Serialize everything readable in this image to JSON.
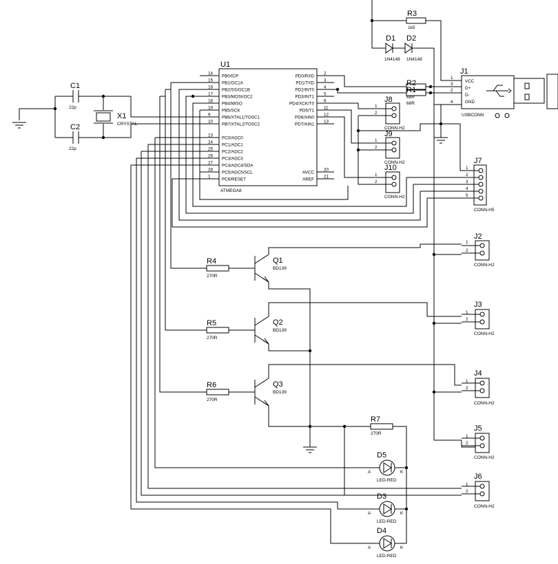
{
  "u1": {
    "ref": "U1",
    "part": "ATMEGA8",
    "left_pins": [
      {
        "num": "14",
        "name": "PB0/ICP"
      },
      {
        "num": "15",
        "name": "PB1/OC1A"
      },
      {
        "num": "16",
        "name": "PB2/SS/OC1B"
      },
      {
        "num": "17",
        "name": "PB3/MOSI/OC2"
      },
      {
        "num": "18",
        "name": "PB4/MISO"
      },
      {
        "num": "19",
        "name": "PB5/SCK"
      },
      {
        "num": "9",
        "name": "PB6/XTAL1/TOSC1"
      },
      {
        "num": "10",
        "name": "PB7/XTAL2/TOSC2"
      },
      {
        "num": "23",
        "name": "PC0/ADC0"
      },
      {
        "num": "24",
        "name": "PC1/ADC1"
      },
      {
        "num": "25",
        "name": "PC2/ADC2"
      },
      {
        "num": "26",
        "name": "PC3/ADC3"
      },
      {
        "num": "27",
        "name": "PC4/ADC4/SDA"
      },
      {
        "num": "28",
        "name": "PC5/ADC5/SCL"
      },
      {
        "num": "1",
        "name": "PC6/RESET"
      }
    ],
    "right_pins": [
      {
        "num": "2",
        "name": "PD0/RXD"
      },
      {
        "num": "3",
        "name": "PD1/TXD"
      },
      {
        "num": "4",
        "name": "PD2/INT0"
      },
      {
        "num": "5",
        "name": "PD3/INT1"
      },
      {
        "num": "6",
        "name": "PD4/XCK/T0"
      },
      {
        "num": "11",
        "name": "PD5/T1"
      },
      {
        "num": "12",
        "name": "PD6/AIN0"
      },
      {
        "num": "13",
        "name": "PD7/AIN1"
      }
    ],
    "power_pins": [
      {
        "num": "20",
        "name": "AVCC"
      },
      {
        "num": "21",
        "name": "AREF"
      }
    ]
  },
  "c1": {
    "ref": "C1",
    "value": "22p"
  },
  "c2": {
    "ref": "C2",
    "value": "22p"
  },
  "x1": {
    "ref": "X1",
    "value": "CRYSTAL"
  },
  "r1": {
    "ref": "R1",
    "value": "68R"
  },
  "r2": {
    "ref": "R2",
    "value": "68R"
  },
  "r3": {
    "ref": "R3",
    "value": "1k5"
  },
  "r4": {
    "ref": "R4",
    "value": "270R"
  },
  "r5": {
    "ref": "R5",
    "value": "270R"
  },
  "r6": {
    "ref": "R6",
    "value": "270R"
  },
  "r7": {
    "ref": "R7",
    "value": "270R"
  },
  "d1": {
    "ref": "D1",
    "value": "1N4148"
  },
  "d2": {
    "ref": "D2",
    "value": "1N4148"
  },
  "d3": {
    "ref": "D3",
    "value": "LED-RED",
    "a": "A",
    "k": "K"
  },
  "d4": {
    "ref": "D4",
    "value": "LED-RED",
    "a": "A",
    "k": "K"
  },
  "d5": {
    "ref": "D5",
    "value": "LED-RED",
    "a": "A",
    "k": "K"
  },
  "q1": {
    "ref": "Q1",
    "value": "BD139"
  },
  "q2": {
    "ref": "Q2",
    "value": "BD139"
  },
  "q3": {
    "ref": "Q3",
    "value": "BD139"
  },
  "j1": {
    "ref": "J1",
    "value": "USBCONN",
    "pins": [
      "VCC",
      "D+",
      "D-",
      "GND"
    ],
    "nums": [
      "1",
      "3",
      "2",
      "4"
    ]
  },
  "j2": {
    "ref": "J2",
    "value": "CONN-H2"
  },
  "j3": {
    "ref": "J3",
    "value": "CONN-H2"
  },
  "j4": {
    "ref": "J4",
    "value": "CONN-H2"
  },
  "j5": {
    "ref": "J5",
    "value": "CONN-H2"
  },
  "j6": {
    "ref": "J6",
    "value": "CONN-H2"
  },
  "j7": {
    "ref": "J7",
    "value": "CONN-H5"
  },
  "j8": {
    "ref": "J8",
    "value": "CONN-H2"
  },
  "j9": {
    "ref": "J9",
    "value": "CONN-H2"
  },
  "j10": {
    "ref": "J10",
    "value": "CONN-H2"
  },
  "pin_labels": {
    "n1": "1",
    "n2": "2",
    "n3": "3",
    "n4": "4",
    "n5": "5"
  }
}
